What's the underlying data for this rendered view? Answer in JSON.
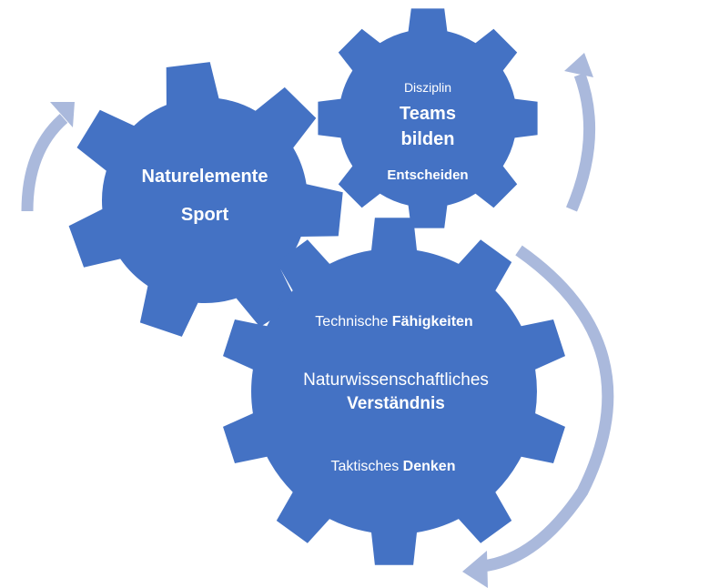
{
  "colors": {
    "gear": "#4472C4",
    "arrow": "#AAB9DC",
    "text": "#FFFFFF"
  },
  "gear_left": {
    "line1": "Naturelemente",
    "line2": "Sport"
  },
  "gear_top": {
    "small": "Disziplin",
    "title1": "Teams",
    "title2": "bilden",
    "bottom": "Entscheiden"
  },
  "gear_big": {
    "top_regular": "Technische",
    "top_bold": "Fähigkeiten",
    "mid_regular": "Naturwissenschaftliches",
    "mid_bold": "Verständnis",
    "bottom_regular": "Taktisches",
    "bottom_bold": "Denken"
  }
}
